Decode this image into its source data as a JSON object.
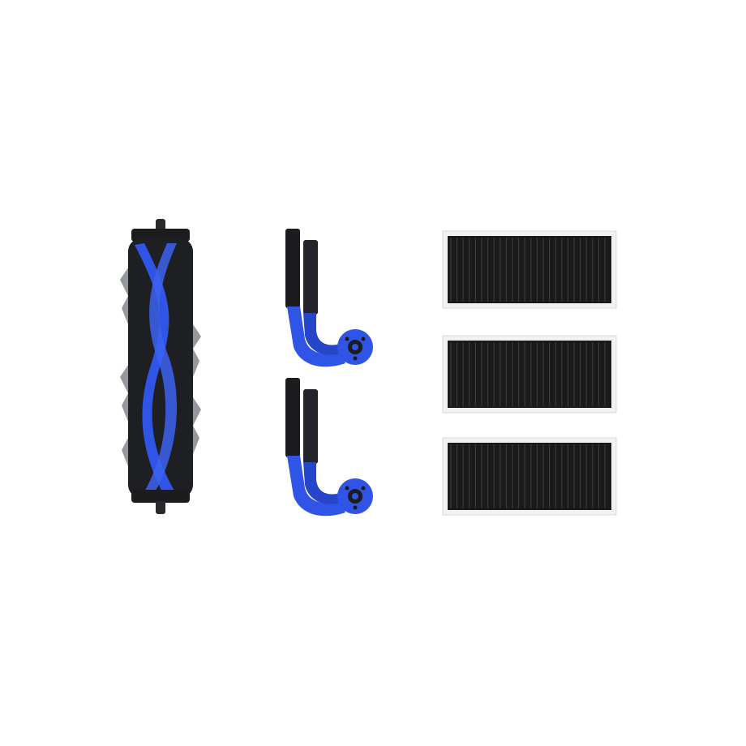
{
  "scene": {
    "background_color": "#ffffff",
    "items": [
      {
        "name": "main-roller-brush",
        "count": 1,
        "colors": {
          "body": "#1c1c1e",
          "accent": "#2f54e6",
          "bristles": "#8a8d93"
        }
      },
      {
        "name": "side-brush",
        "count": 2,
        "colors": {
          "arm": "#2f54e6",
          "bristles": "#1c1c1e",
          "hub": "#2f54e6"
        }
      },
      {
        "name": "filter",
        "count": 3,
        "colors": {
          "frame": "#f2f2f2",
          "pleats": "#1a1a1a"
        }
      }
    ]
  }
}
